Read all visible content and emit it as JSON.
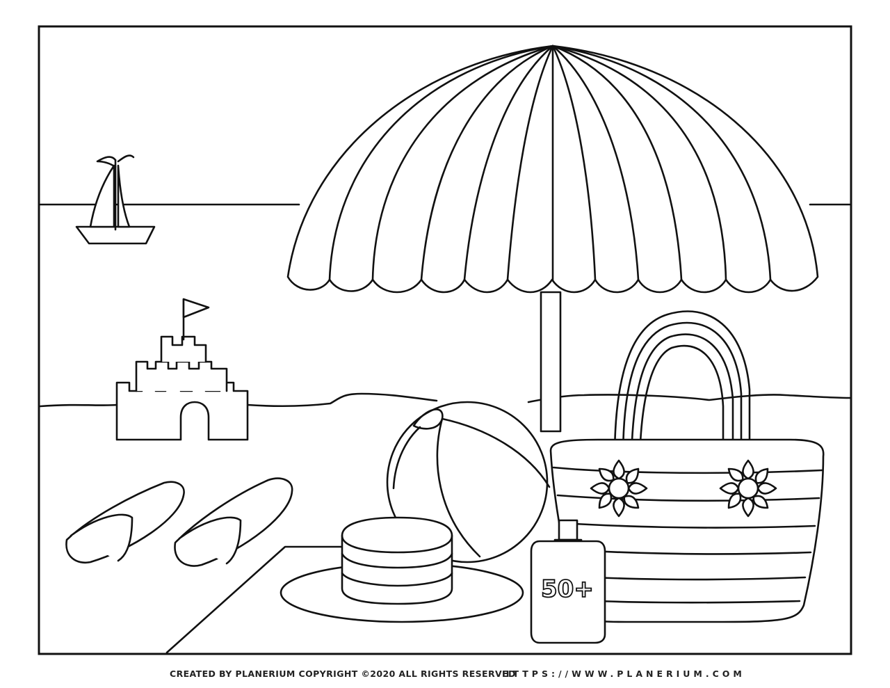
{
  "sunscreen": {
    "label": "50+"
  },
  "footer": {
    "credit": "CREATED BY PLANERIUM COPYRIGHT ©2020 ALL RIGHTS RESERVED",
    "url": "HTTPS://WWW.PLANERIUM.COM"
  }
}
